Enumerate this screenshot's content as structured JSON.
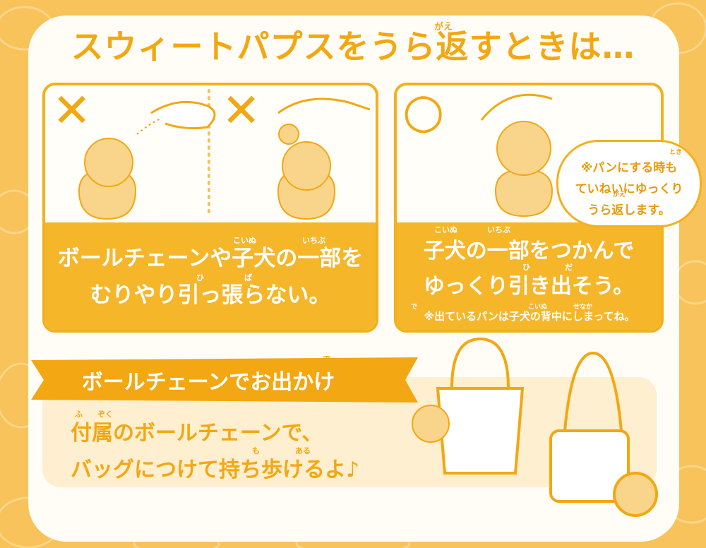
{
  "title": "スウィートパプスをうら返すときは…",
  "title_furigana": "がえ",
  "panel_wrong": {
    "mark1": "✕",
    "mark2": "✕",
    "text_line1": "ボールチェーンや子犬の一部を",
    "text_line2": "むりやり引っ張らない。",
    "furigana": [
      "こいぬ",
      "いちぶ",
      "ひ",
      "ぱ"
    ]
  },
  "panel_right": {
    "mark": "○",
    "text_line1": "子犬の一部をつかんで",
    "text_line2": "ゆっくり引き出そう。",
    "furigana": [
      "こいぬ",
      "いちぶ",
      "ひ",
      "だ"
    ],
    "note": "※出ているパンは子犬の背中にしまってね。",
    "note_furigana": [
      "で",
      "こいぬ",
      "せなか"
    ]
  },
  "bubble": {
    "line1": "※パンにする時も",
    "line2": "ていねいにゆっくり",
    "line3": "うら返します。",
    "furigana": [
      "とき",
      "がえ"
    ]
  },
  "outing": {
    "heading": "ボールチェーンでお出かけ",
    "heading_furigana": "で",
    "line1": "付属のボールチェーンで、",
    "line2": "バッグにつけて持ち歩けるよ♪",
    "furigana": [
      "ふ",
      "ぞく",
      "も",
      "ある"
    ]
  },
  "colors": {
    "background": "#f8c35a",
    "accent": "#f3a712",
    "panel_fill": "#f6b62a",
    "card": "#fffdf6"
  }
}
